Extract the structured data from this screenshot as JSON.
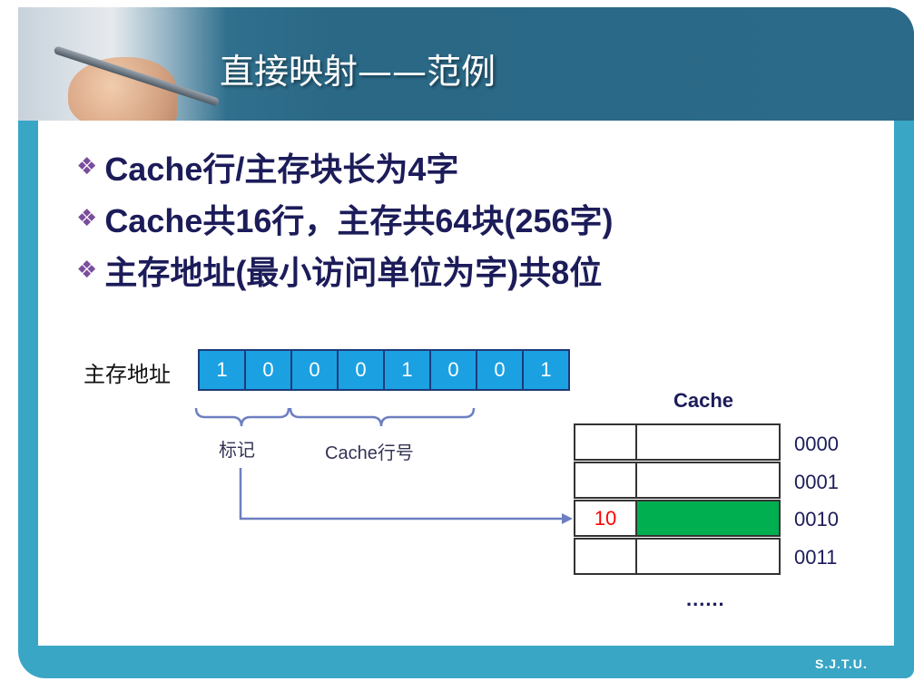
{
  "slide": {
    "title": "直接映射——范例",
    "footer": "S.J.T.U.",
    "bullet_icon": "diamond-bullet-icon",
    "bullet_glyph": "❖",
    "bullets": [
      "Cache行/主存块长为4字",
      "Cache共16行，主存共64块(256字)",
      "主存地址(最小访问单位为字)共8位"
    ]
  },
  "address": {
    "label": "主存地址",
    "bits": [
      "1",
      "0",
      "0",
      "0",
      "1",
      "0",
      "0",
      "1"
    ],
    "tag_label": "标记",
    "line_label": "Cache行号"
  },
  "cache": {
    "title": "Cache",
    "rows": [
      {
        "index": "0000",
        "tag": "",
        "highlighted": false
      },
      {
        "index": "0001",
        "tag": "",
        "highlighted": false
      },
      {
        "index": "0010",
        "tag": "10",
        "highlighted": true
      },
      {
        "index": "0011",
        "tag": "",
        "highlighted": false
      }
    ],
    "ellipsis": "......"
  },
  "colors": {
    "header": "#2b6a88",
    "frame": "#3aa6c6",
    "address_cell": "#1ba1e2",
    "highlight": "#00b050",
    "tag_text": "#ff0000",
    "text": "#1c1c5a",
    "connector": "#6d7fc0",
    "bullet": "#7b4e9c"
  }
}
